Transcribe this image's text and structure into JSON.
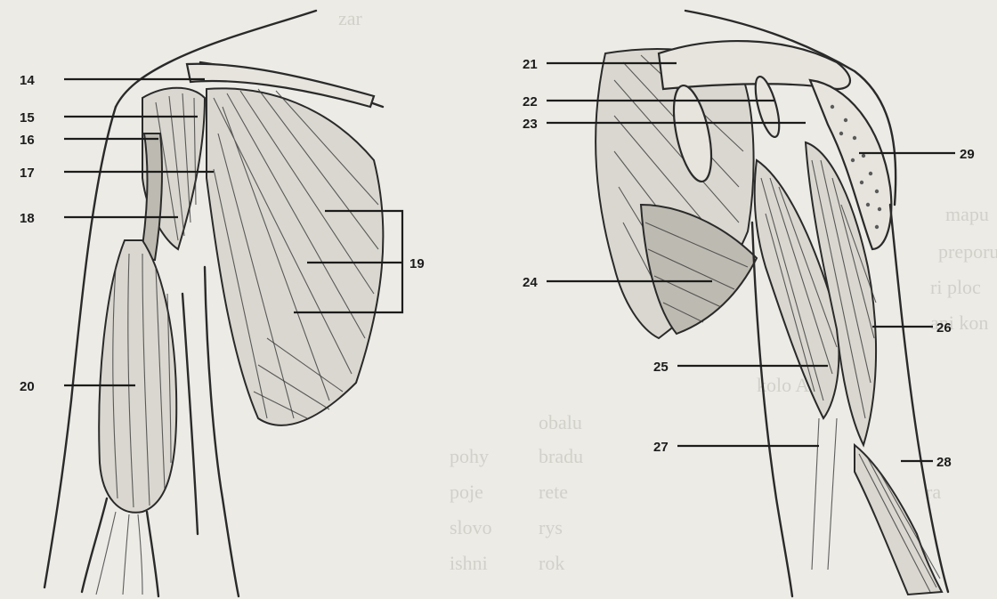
{
  "labels": {
    "l14": "14",
    "l15": "15",
    "l16": "16",
    "l17": "17",
    "l18": "18",
    "l19": "19",
    "l20": "20",
    "l21": "21",
    "l22": "22",
    "l23": "23",
    "l24": "24",
    "l25": "25",
    "l26": "26",
    "l27": "27",
    "l28": "28",
    "l29": "29"
  },
  "bleed_through": [
    "mapu",
    "preporu",
    "ri ploc",
    "ani kon",
    "kolo Adle",
    "obalu",
    "bradu",
    "rete",
    "rys",
    "rok",
    "ra",
    "pohy",
    "poje",
    "slovo",
    "ishni",
    "zar"
  ],
  "colors": {
    "paper": "#ecebe6",
    "ink": "#1c1c1c",
    "muscle_fill": "#d9d7cf"
  }
}
